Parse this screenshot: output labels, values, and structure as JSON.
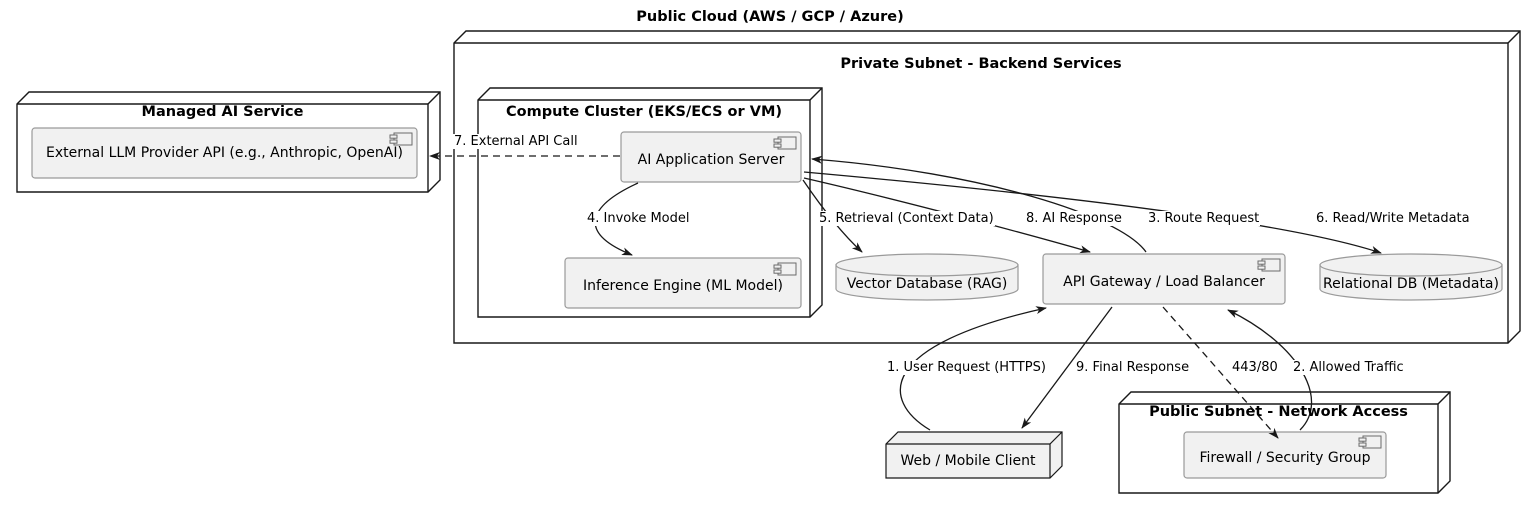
{
  "diagram": {
    "type": "uml-deployment-diagram",
    "title": "Public Cloud (AWS / GCP / Azure)",
    "colors": {
      "node_fill": "#FFFFFF",
      "component_fill": "#F1F1F1",
      "component_border": "#9A9A9A",
      "line": "#181818",
      "text": "#000000"
    }
  },
  "nodes": {
    "public_cloud": {
      "label": "Public Cloud (AWS / GCP / Azure)"
    },
    "managed_ai_service": {
      "label": "Managed AI Service"
    },
    "private_subnet": {
      "label": "Private Subnet - Backend Services"
    },
    "compute_cluster": {
      "label": "Compute Cluster (EKS/ECS or VM)"
    },
    "public_subnet": {
      "label": "Public Subnet - Network Access"
    },
    "web_mobile_client": {
      "label": "Web / Mobile Client"
    }
  },
  "components": {
    "external_llm": {
      "label": "External LLM Provider API (e.g., Anthropic, OpenAI)"
    },
    "ai_app_server": {
      "label": "AI Application Server"
    },
    "inference_engine": {
      "label": "Inference Engine (ML Model)"
    },
    "api_gateway": {
      "label": "API Gateway / Load Balancer"
    },
    "firewall": {
      "label": "Firewall / Security Group"
    }
  },
  "databases": {
    "vector_db": {
      "label": "Vector Database (RAG)"
    },
    "relational_db": {
      "label": "Relational DB (Metadata)"
    }
  },
  "edges": [
    {
      "id": "e1",
      "label": "1. User Request (HTTPS)",
      "from": "web_mobile_client",
      "to": "api_gateway",
      "style": "solid"
    },
    {
      "id": "e2",
      "label": "2. Allowed Traffic",
      "from": "firewall",
      "to": "api_gateway",
      "style": "solid"
    },
    {
      "id": "e3",
      "label": "3. Route Request",
      "from": "api_gateway",
      "to": "ai_app_server",
      "style": "solid"
    },
    {
      "id": "e4",
      "label": "4. Invoke Model",
      "from": "ai_app_server",
      "to": "inference_engine",
      "style": "solid"
    },
    {
      "id": "e5",
      "label": "5. Retrieval (Context Data)",
      "from": "ai_app_server",
      "to": "vector_db",
      "style": "solid"
    },
    {
      "id": "e6",
      "label": "6. Read/Write Metadata",
      "from": "ai_app_server",
      "to": "relational_db",
      "style": "solid"
    },
    {
      "id": "e7",
      "label": "7. External API Call",
      "from": "ai_app_server",
      "to": "external_llm",
      "style": "dashed"
    },
    {
      "id": "e8",
      "label": "8. AI Response",
      "from": "ai_app_server",
      "to": "api_gateway",
      "style": "solid"
    },
    {
      "id": "e9",
      "label": "9. Final Response",
      "from": "api_gateway",
      "to": "web_mobile_client",
      "style": "solid"
    },
    {
      "id": "e10",
      "label": "443/80",
      "from": "api_gateway",
      "to": "firewall",
      "style": "dashed"
    }
  ]
}
